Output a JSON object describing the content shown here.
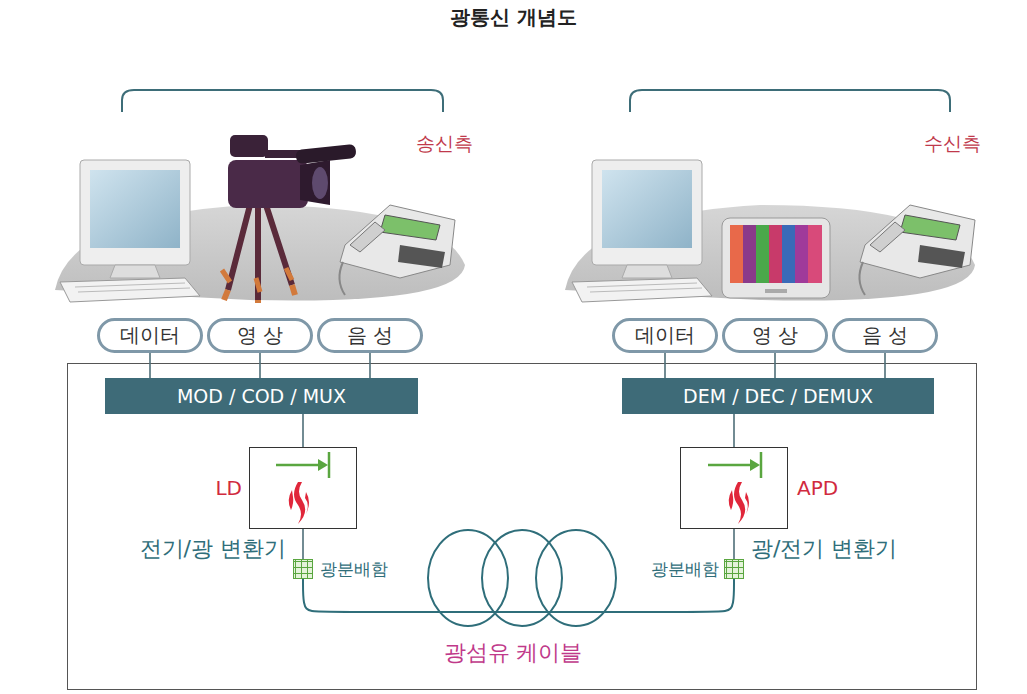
{
  "diagram": {
    "title": "광통신 개념도",
    "nodes": [
      {
        "text": [
          "데이터"
        ]
      },
      {
        "text": [
          "영 상"
        ]
      },
      {
        "text": [
          "음 성"
        ]
      },
      {
        "text": [
          "MOD / COD / MUX"
        ]
      },
      {
        "text": [
          "LD",
          "전기/광 변환기"
        ]
      },
      {
        "text": [
          "광분배함"
        ]
      },
      {
        "text": [
          "데이터"
        ]
      },
      {
        "text": [
          "영 상"
        ]
      },
      {
        "text": [
          "음 성"
        ]
      },
      {
        "text": [
          "DEM / DEC / DEMUX"
        ]
      },
      {
        "text": [
          "APD",
          "광/전기 변환기"
        ]
      },
      {
        "text": [
          "광분배함"
        ]
      }
    ],
    "edges": [
      {
        "from": 0,
        "to": 3,
        "arrow": "none"
      },
      {
        "from": 1,
        "to": 3,
        "arrow": "none"
      },
      {
        "from": 2,
        "to": 3,
        "arrow": "none"
      },
      {
        "from": 3,
        "to": 4,
        "arrow": "none"
      },
      {
        "from": 4,
        "to": 5,
        "arrow": "none"
      },
      {
        "from": 5,
        "to": 11,
        "arrow": "none"
      },
      {
        "from": 11,
        "to": 10,
        "arrow": "none"
      },
      {
        "from": 10,
        "to": 9,
        "arrow": "none"
      },
      {
        "from": 9,
        "to": 6,
        "arrow": "none"
      },
      {
        "from": 9,
        "to": 7,
        "arrow": "none"
      },
      {
        "from": 9,
        "to": 8,
        "arrow": "none"
      }
    ],
    "labels": [
      "송신측",
      "수신측",
      "광섬유 케이블"
    ]
  }
}
